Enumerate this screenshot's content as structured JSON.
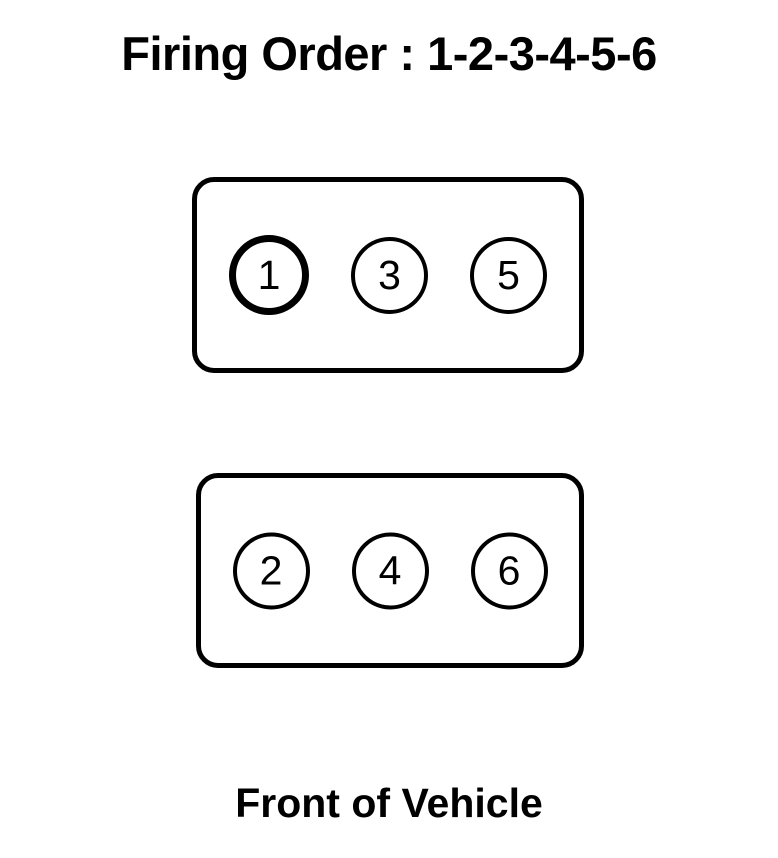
{
  "diagram": {
    "title": {
      "label": "Firing Order",
      "separator": " : ",
      "sequence": "1-2-3-4-5-6"
    },
    "caption": "Front of Vehicle",
    "colors": {
      "background": "#ffffff",
      "stroke": "#000000",
      "text": "#000000"
    },
    "banks": [
      {
        "name": "rear-bank",
        "cylinders": [
          {
            "number": "1",
            "highlighted": true
          },
          {
            "number": "3",
            "highlighted": false
          },
          {
            "number": "5",
            "highlighted": false
          }
        ]
      },
      {
        "name": "front-bank",
        "cylinders": [
          {
            "number": "2",
            "highlighted": false
          },
          {
            "number": "4",
            "highlighted": false
          },
          {
            "number": "6",
            "highlighted": false
          }
        ]
      }
    ]
  },
  "chart_data": {
    "type": "diagram",
    "title": "Firing Order : 1-2-3-4-5-6",
    "subtitle": "Front of Vehicle",
    "firing_order": [
      1,
      2,
      3,
      4,
      5,
      6
    ],
    "cylinder_count": 6,
    "layout": "two-bank V6 / inline pairs",
    "banks": [
      {
        "position": "rear",
        "cylinders": [
          1,
          3,
          5
        ]
      },
      {
        "position": "front",
        "cylinders": [
          2,
          4,
          6
        ]
      }
    ],
    "highlighted_cylinder": 1,
    "orientation_note": "Front of Vehicle"
  }
}
